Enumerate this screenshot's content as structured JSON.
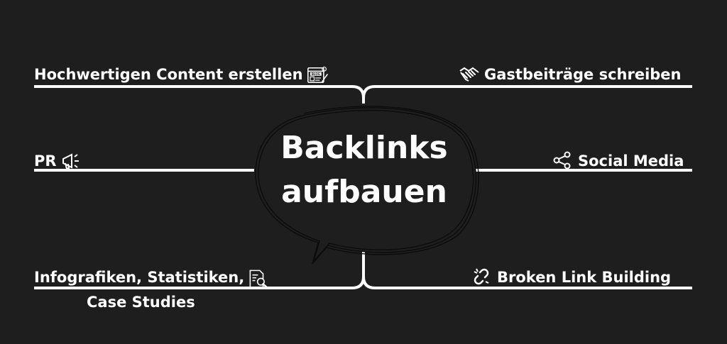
{
  "center": {
    "line1": "Backlinks",
    "line2": "aufbauen"
  },
  "branches": {
    "top_left": {
      "label": "Hochwertigen Content erstellen",
      "icon": "blog-icon"
    },
    "mid_left": {
      "label": "PR",
      "icon": "megaphone-icon"
    },
    "bottom_left": {
      "line1": "Infografiken, Statistiken,",
      "line2": "Case Studies",
      "icon": "document-search-icon"
    },
    "top_right": {
      "label": "Gastbeiträge schreiben",
      "icon": "handshake-icon"
    },
    "mid_right": {
      "label": "Social Media",
      "icon": "share-icon"
    },
    "bottom_right": {
      "label": "Broken Link Building",
      "icon": "broken-link-icon"
    }
  },
  "colors": {
    "background": "#1f1e1e",
    "lines": "#ffffff",
    "text": "#ffffff"
  }
}
